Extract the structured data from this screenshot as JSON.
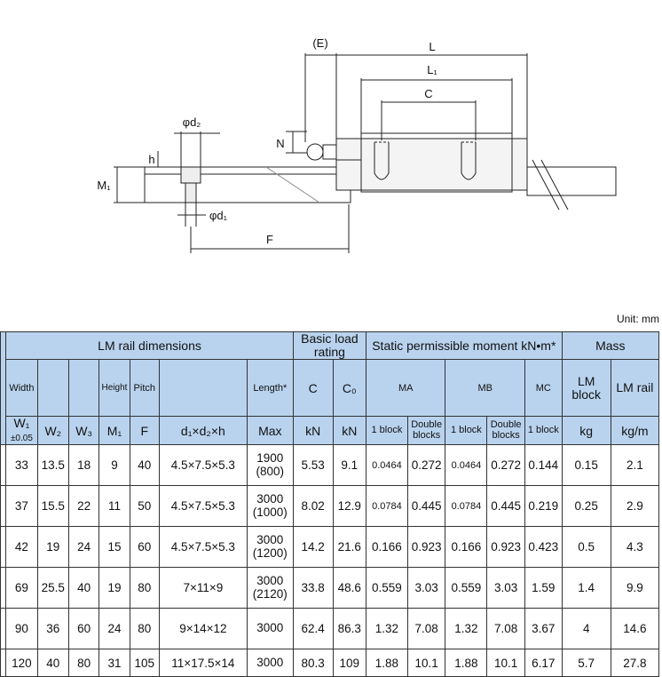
{
  "drawing": {
    "labels": {
      "E": "(E)",
      "L": "L",
      "L1": "L₁",
      "C": "C",
      "N": "N",
      "d2": "φd₂",
      "h": "h",
      "M1": "M₁",
      "d1": "φd₁",
      "F": "F"
    }
  },
  "unit": "Unit: mm",
  "header": {
    "lm_rail_dimensions": "LM rail dimensions",
    "basic_load_rating": "Basic load rating",
    "static_moment": "Static permissible moment kN•m*",
    "mass": "Mass",
    "width": "Width",
    "height": "Height",
    "pitch": "Pitch",
    "length": "Length*",
    "c": "C",
    "c0": "C₀",
    "ma": "MA",
    "mb": "MB",
    "mc": "MC",
    "lm_block": "LM block",
    "lm_rail": "LM rail",
    "w1": "W₁",
    "w1_tol": "±0.05",
    "w2": "W₂",
    "w3": "W₃",
    "m1": "M₁",
    "f": "F",
    "dims": "d₁×d₂×h",
    "max": "Max",
    "kn1": "kN",
    "kn2": "kN",
    "one_block_a": "1 block",
    "double_a": "Double blocks",
    "one_block_b": "1 block",
    "double_b": "Double blocks",
    "one_block_c": "1 block",
    "kg": "kg",
    "kgm": "kg/m"
  },
  "rows": [
    {
      "w1": "33",
      "w2": "13.5",
      "w3": "18",
      "m1": "9",
      "f": "40",
      "dims": "4.5×7.5×5.3",
      "len1": "1900",
      "len2": "(800)",
      "c": "5.53",
      "c0": "9.1",
      "ma1": "0.0464",
      "ma2": "0.272",
      "mb1": "0.0464",
      "mb2": "0.272",
      "mc": "0.144",
      "blk": "0.15",
      "rail": "2.1"
    },
    {
      "w1": "37",
      "w2": "15.5",
      "w3": "22",
      "m1": "11",
      "f": "50",
      "dims": "4.5×7.5×5.3",
      "len1": "3000",
      "len2": "(1000)",
      "c": "8.02",
      "c0": "12.9",
      "ma1": "0.0784",
      "ma2": "0.445",
      "mb1": "0.0784",
      "mb2": "0.445",
      "mc": "0.219",
      "blk": "0.25",
      "rail": "2.9"
    },
    {
      "w1": "42",
      "w2": "19",
      "w3": "24",
      "m1": "15",
      "f": "60",
      "dims": "4.5×7.5×5.3",
      "len1": "3000",
      "len2": "(1200)",
      "c": "14.2",
      "c0": "21.6",
      "ma1": "0.166",
      "ma2": "0.923",
      "mb1": "0.166",
      "mb2": "0.923",
      "mc": "0.423",
      "blk": "0.5",
      "rail": "4.3"
    },
    {
      "w1": "69",
      "w2": "25.5",
      "w3": "40",
      "m1": "19",
      "f": "80",
      "dims": "7×11×9",
      "len1": "3000",
      "len2": "(2120)",
      "c": "33.8",
      "c0": "48.6",
      "ma1": "0.559",
      "ma2": "3.03",
      "mb1": "0.559",
      "mb2": "3.03",
      "mc": "1.59",
      "blk": "1.4",
      "rail": "9.9"
    },
    {
      "w1": "90",
      "w2": "36",
      "w3": "60",
      "m1": "24",
      "f": "80",
      "dims": "9×14×12",
      "len1": "3000",
      "len2": "",
      "c": "62.4",
      "c0": "86.3",
      "ma1": "1.32",
      "ma2": "7.08",
      "mb1": "1.32",
      "mb2": "7.08",
      "mc": "3.67",
      "blk": "4",
      "rail": "14.6"
    },
    {
      "w1": "120",
      "w2": "40",
      "w3": "80",
      "m1": "31",
      "f": "105",
      "dims": "11×17.5×14",
      "len1": "3000",
      "len2": "",
      "c": "80.3",
      "c0": "109",
      "ma1": "1.88",
      "ma2": "10.1",
      "mb1": "1.88",
      "mb2": "10.1",
      "mc": "6.17",
      "blk": "5.7",
      "rail": "27.8"
    }
  ]
}
